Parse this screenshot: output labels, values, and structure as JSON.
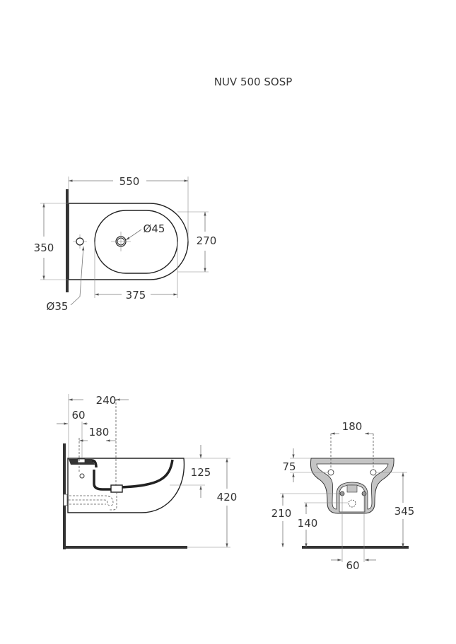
{
  "title": "NUV 500 SOSP",
  "top_view": {
    "length": "550",
    "width": "350",
    "bowl_width": "270",
    "bowl_length": "375",
    "drain_diameter": "Ø45",
    "tap_hole_diameter": "Ø35"
  },
  "side_view": {
    "d240": "240",
    "d60": "60",
    "d180": "180",
    "d125": "125",
    "d420": "420"
  },
  "front_view": {
    "d180": "180",
    "d75": "75",
    "d345": "345",
    "d210": "210",
    "d140": "140",
    "d60": "60"
  }
}
